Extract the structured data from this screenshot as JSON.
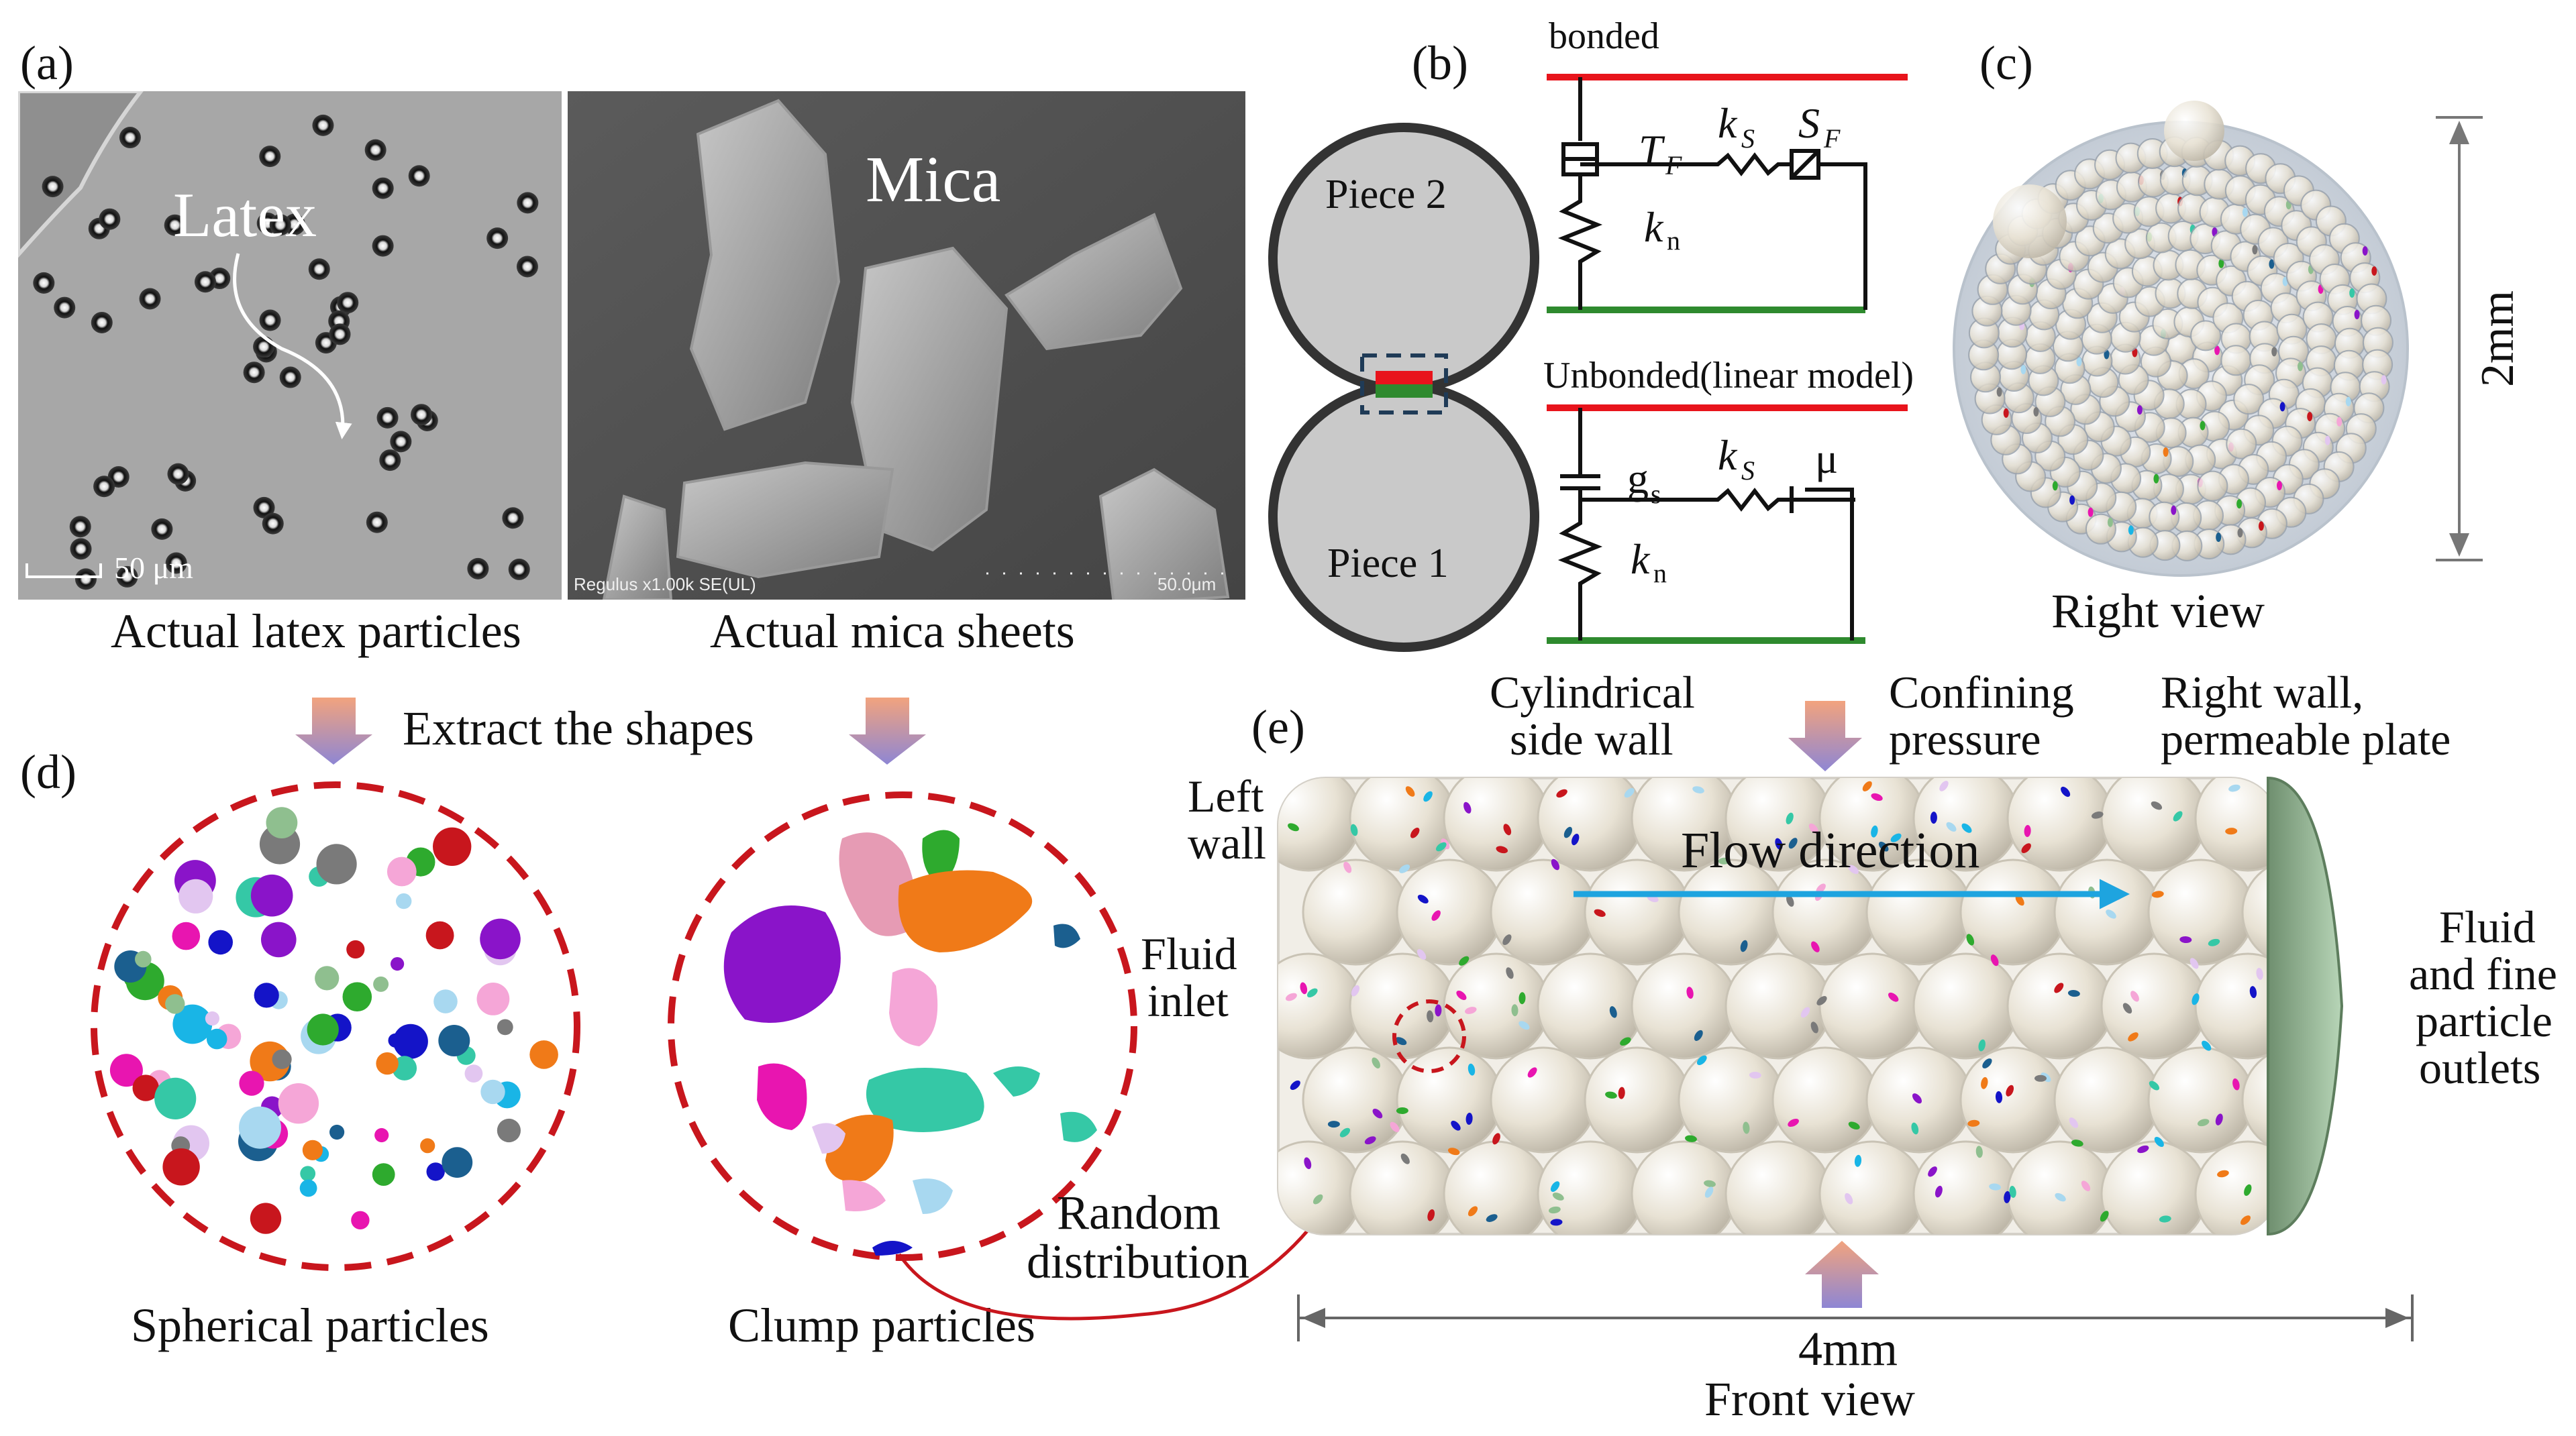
{
  "panel_labels": {
    "a": "(a)",
    "b": "(b)",
    "c": "(c)",
    "d": "(d)",
    "e": "(e)"
  },
  "panel_a": {
    "latex_label": "Latex",
    "mica_label": "Mica",
    "scalebar_latex": "50 μm",
    "sem_info": "Regulus x1.00k SE(UL)",
    "sem_scale": "50.0μm",
    "caption_latex": "Actual latex particles",
    "caption_mica": "Actual mica sheets"
  },
  "panel_b": {
    "piece_top": "Piece 2",
    "piece_bottom": "Piece 1",
    "bonded_title": "bonded",
    "unbonded_title": "Unbonded(linear model)",
    "tf_symbol": "T",
    "tf_sub": "F",
    "ks_symbol": "k",
    "ks_sub": "S",
    "sf_symbol": "S",
    "sf_sub": "F",
    "kn_symbol": "k",
    "kn_sub": "n",
    "gs_symbol": "g",
    "gs_sub": "s",
    "mu_symbol": "μ"
  },
  "panel_c": {
    "caption": "Right view",
    "dimension": "2mm"
  },
  "panel_d": {
    "extract_text": "Extract the shapes",
    "caption_spherical": "Spherical particles",
    "caption_clump": "Clump particles",
    "random_text_line1": "Random",
    "random_text_line2": "distribution"
  },
  "panel_e": {
    "left_wall_line1": "Left",
    "left_wall_line2": "wall",
    "fluid_inlet_line1": "Fluid",
    "fluid_inlet_line2": "inlet",
    "side_wall_line1": "Cylindrical",
    "side_wall_line2": "side wall",
    "confining_line1": "Confining",
    "confining_line2": "pressure",
    "right_wall_line1": "Right wall,",
    "right_wall_line2": "permeable plate",
    "flow_direction": "Flow direction",
    "outlet_line1": "Fluid",
    "outlet_line2": "and fine",
    "outlet_line3": "particle",
    "outlet_line4": "outlets",
    "dimension": "4mm",
    "caption": "Front view"
  },
  "colors": {
    "bonded_line": "#e8141c",
    "base_line": "#2e8a2e",
    "dashed_circle": "#c8161d",
    "flow_arrow": "#1ea4df",
    "arrow_gradient_top": "#f2a37e",
    "arrow_gradient_bottom": "#8e86d4",
    "piece_fill": "#c9c9c9",
    "particle_ball": "#e6e0d2"
  }
}
